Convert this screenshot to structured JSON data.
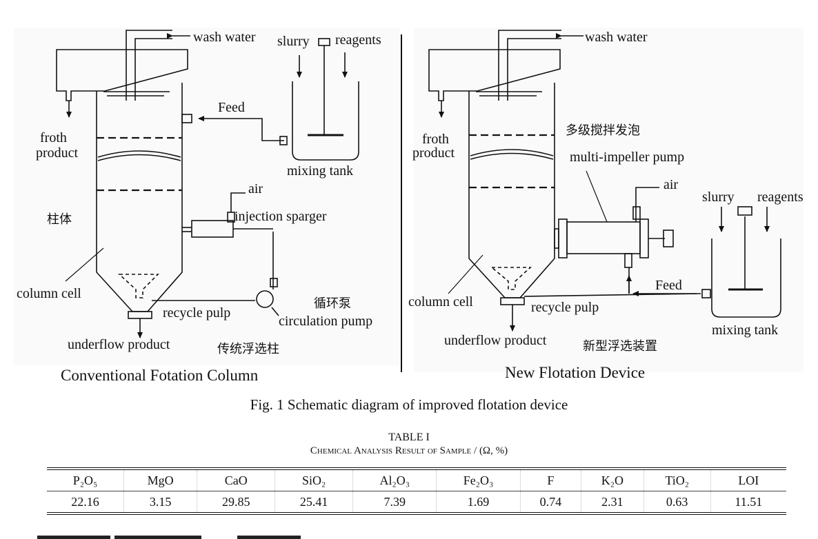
{
  "figure": {
    "left": {
      "title": "Conventional Fotation Column",
      "labels": {
        "wash_water": "wash water",
        "slurry": "slurry",
        "reagents": "reagents",
        "feed": "Feed",
        "froth_product_1": "froth",
        "froth_product_2": "product",
        "mixing_tank": "mixing tank",
        "air": "air",
        "injection_sparger": "injection sparger",
        "column_cell": "column cell",
        "recycle_pulp": "recycle pulp",
        "circulation_pump": "circulation pump",
        "underflow_product": "underflow product"
      }
    },
    "right": {
      "title": "New Flotation Device",
      "labels": {
        "wash_water": "wash water",
        "froth_product_1": "froth",
        "froth_product_2": "product",
        "multi_impeller_pump": "multi-impeller pump",
        "air": "air",
        "slurry": "slurry",
        "reagents": "reagents",
        "feed": "Feed",
        "column_cell": "column cell",
        "recycle_pulp": "recycle pulp",
        "mixing_tank": "mixing tank",
        "underflow_product": "underflow product"
      }
    },
    "watermark_text": [
      "柱体",
      "传统浮选柱",
      "循环泵",
      "多级搅拌发泡",
      "新型浮选装置"
    ]
  },
  "caption": "Fig. 1 Schematic diagram of improved flotation device",
  "table": {
    "title": "TABLE I",
    "subtitle": "Chemical Analysis Result of Sample / (Ω, %)",
    "headers": [
      "P₂O₅",
      "MgO",
      "CaO",
      "SiO₂",
      "Al₂O₃",
      "Fe₂O₃",
      "F",
      "K₂O",
      "TiO₂",
      "LOI"
    ],
    "values": [
      "22.16",
      "3.15",
      "29.85",
      "25.41",
      "7.39",
      "1.69",
      "0.74",
      "2.31",
      "0.63",
      "11.51"
    ]
  }
}
